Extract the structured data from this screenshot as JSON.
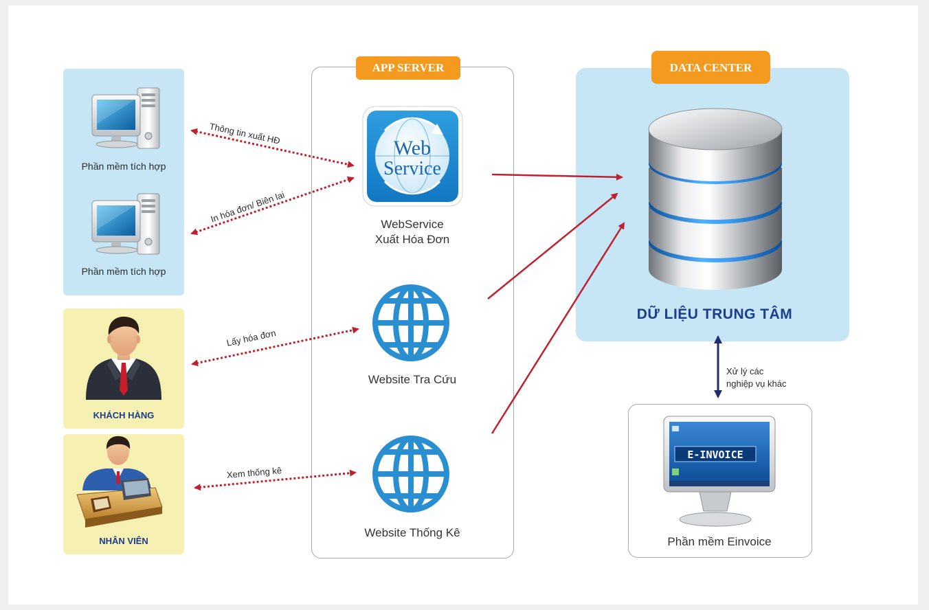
{
  "left_panels": {
    "software_1_label": "Phần mềm tích hợp",
    "software_2_label": "Phần mềm tích hợp",
    "customer_label": "KHÁCH HÀNG",
    "staff_label": "NHÂN VIÊN"
  },
  "app_server": {
    "tag": "APP SERVER",
    "webservice_icon_line1": "Web",
    "webservice_icon_line2": "Service",
    "webservice_label_line1": "WebService",
    "webservice_label_line2": "Xuất Hóa Đơn",
    "lookup_label": "Website Tra Cứu",
    "stats_label": "Website Thống Kê"
  },
  "data_center": {
    "tag": "DATA CENTER",
    "database_label": "DỮ LIỆU TRUNG TÂM"
  },
  "einvoice": {
    "screen_logo": "E-INVOICE",
    "label": "Phần mềm Einvoice"
  },
  "connectors": {
    "export_info": "Thông tin xuất HĐ",
    "print_invoice": "In hóa đơn/ Biên lai",
    "get_invoice": "Lấy hóa đơn",
    "view_stats": "Xem thống kê",
    "other_ops_line1": "Xử lý các",
    "other_ops_line2": "nghiệp vụ khác"
  },
  "colors": {
    "panel_blue": "#c6e6f6",
    "panel_yellow": "#f6f0b2",
    "tag_orange": "#f39a1f",
    "arrow_red": "#c0202e",
    "dotted_red": "#c0202e",
    "navy": "#1d3d8a",
    "globe_blue": "#2a8fd0"
  }
}
